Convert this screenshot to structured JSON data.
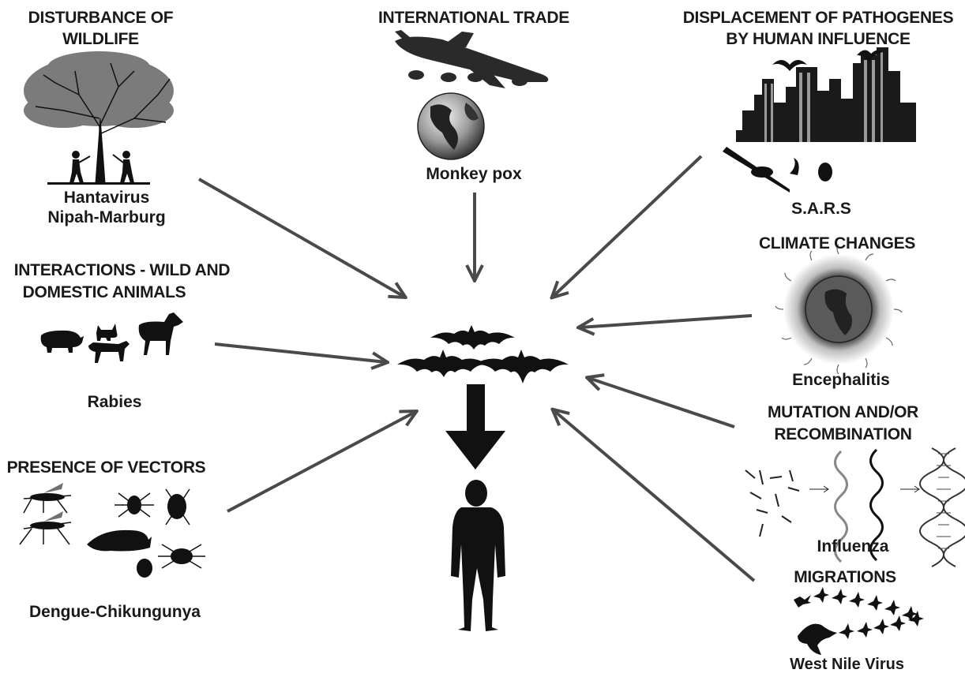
{
  "factors": {
    "wildlife": {
      "heading_1": "DISTURBANCE OF",
      "heading_2": "WILDLIFE",
      "disease_1": "Hantavirus",
      "disease_2": "Nipah-Marburg"
    },
    "trade": {
      "heading": "INTERNATIONAL TRADE",
      "disease": "Monkey pox"
    },
    "displacement": {
      "heading_1": "DISPLACEMENT OF PATHOGENES",
      "heading_2": "BY HUMAN INFLUENCE",
      "disease": "S.A.R.S"
    },
    "interactions": {
      "heading_1": "INTERACTIONS - WILD AND",
      "heading_2": "DOMESTIC  ANIMALS",
      "disease": "Rabies"
    },
    "climate": {
      "heading": "CLIMATE CHANGES",
      "disease": "Encephalitis"
    },
    "mutation": {
      "heading_1": "MUTATION AND/OR",
      "heading_2": "RECOMBINATION",
      "disease": "Influenza"
    },
    "vectors": {
      "heading": "PRESENCE  OF VECTORS",
      "disease": "Dengue-Chikungunya"
    },
    "migrations": {
      "heading": "MIGRATIONS",
      "disease": "West Nile Virus"
    }
  },
  "center": {
    "reservoir_icon": "bats-icon",
    "host_icon": "human-silhouette-icon"
  },
  "colors": {
    "arrow": "#4a4a4a",
    "silhouette": "#111111",
    "text": "#1a1a1a"
  }
}
